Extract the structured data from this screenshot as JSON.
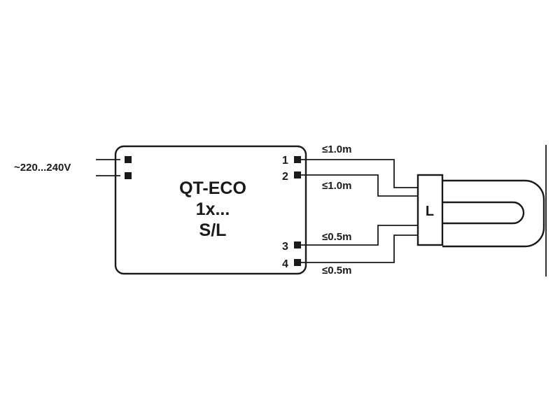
{
  "supply": {
    "voltage": "~220...240V"
  },
  "ballast": {
    "line1": "QT-ECO",
    "line2": "1x...",
    "line3": "S/L"
  },
  "pins": [
    {
      "number": "1",
      "max_length": "≤1.0m"
    },
    {
      "number": "2",
      "max_length": "≤1.0m"
    },
    {
      "number": "3",
      "max_length": "≤0.5m"
    },
    {
      "number": "4",
      "max_length": "≤0.5m"
    }
  ],
  "lamp": {
    "label": "L"
  }
}
